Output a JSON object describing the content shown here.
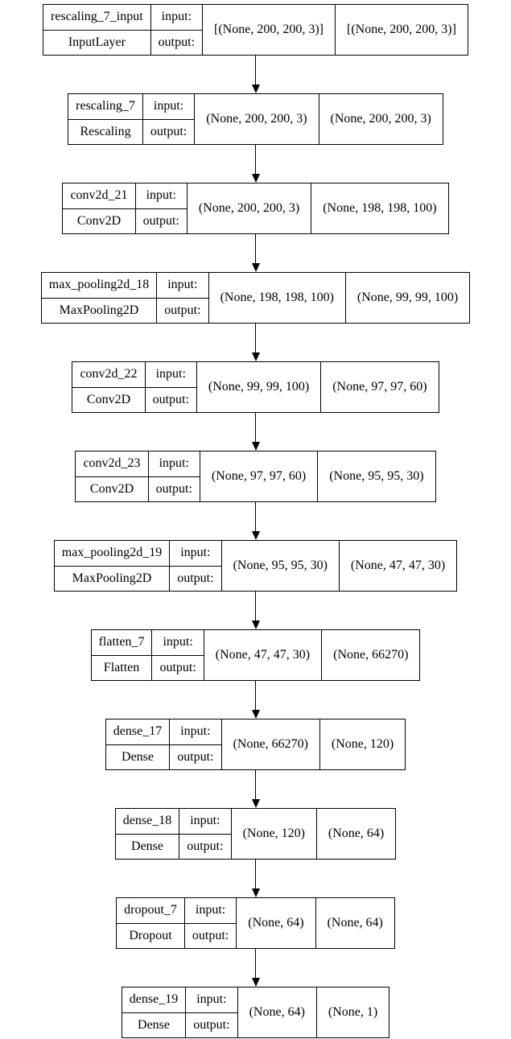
{
  "diagram": {
    "kind": "keras-model-architecture",
    "colors": {
      "line": "#000000",
      "background": "#ffffff",
      "text": "#000000"
    },
    "io_labels": {
      "input": "input:",
      "output": "output:"
    },
    "layers": [
      {
        "name": "rescaling_7_input",
        "type": "InputLayer",
        "input_shape": "[(None, 200, 200, 3)]",
        "output_shape": "[(None, 200, 200, 3)]"
      },
      {
        "name": "rescaling_7",
        "type": "Rescaling",
        "input_shape": "(None, 200, 200, 3)",
        "output_shape": "(None, 200, 200, 3)"
      },
      {
        "name": "conv2d_21",
        "type": "Conv2D",
        "input_shape": "(None, 200, 200, 3)",
        "output_shape": "(None, 198, 198, 100)"
      },
      {
        "name": "max_pooling2d_18",
        "type": "MaxPooling2D",
        "input_shape": "(None, 198, 198, 100)",
        "output_shape": "(None, 99, 99, 100)"
      },
      {
        "name": "conv2d_22",
        "type": "Conv2D",
        "input_shape": "(None, 99, 99, 100)",
        "output_shape": "(None, 97, 97, 60)"
      },
      {
        "name": "conv2d_23",
        "type": "Conv2D",
        "input_shape": "(None, 97, 97, 60)",
        "output_shape": "(None, 95, 95, 30)"
      },
      {
        "name": "max_pooling2d_19",
        "type": "MaxPooling2D",
        "input_shape": "(None, 95, 95, 30)",
        "output_shape": "(None, 47, 47, 30)"
      },
      {
        "name": "flatten_7",
        "type": "Flatten",
        "input_shape": "(None, 47, 47, 30)",
        "output_shape": "(None, 66270)"
      },
      {
        "name": "dense_17",
        "type": "Dense",
        "input_shape": "(None, 66270)",
        "output_shape": "(None, 120)"
      },
      {
        "name": "dense_18",
        "type": "Dense",
        "input_shape": "(None, 120)",
        "output_shape": "(None, 64)"
      },
      {
        "name": "dropout_7",
        "type": "Dropout",
        "input_shape": "(None, 64)",
        "output_shape": "(None, 64)"
      },
      {
        "name": "dense_19",
        "type": "Dense",
        "input_shape": "(None, 64)",
        "output_shape": "(None, 1)"
      }
    ]
  }
}
